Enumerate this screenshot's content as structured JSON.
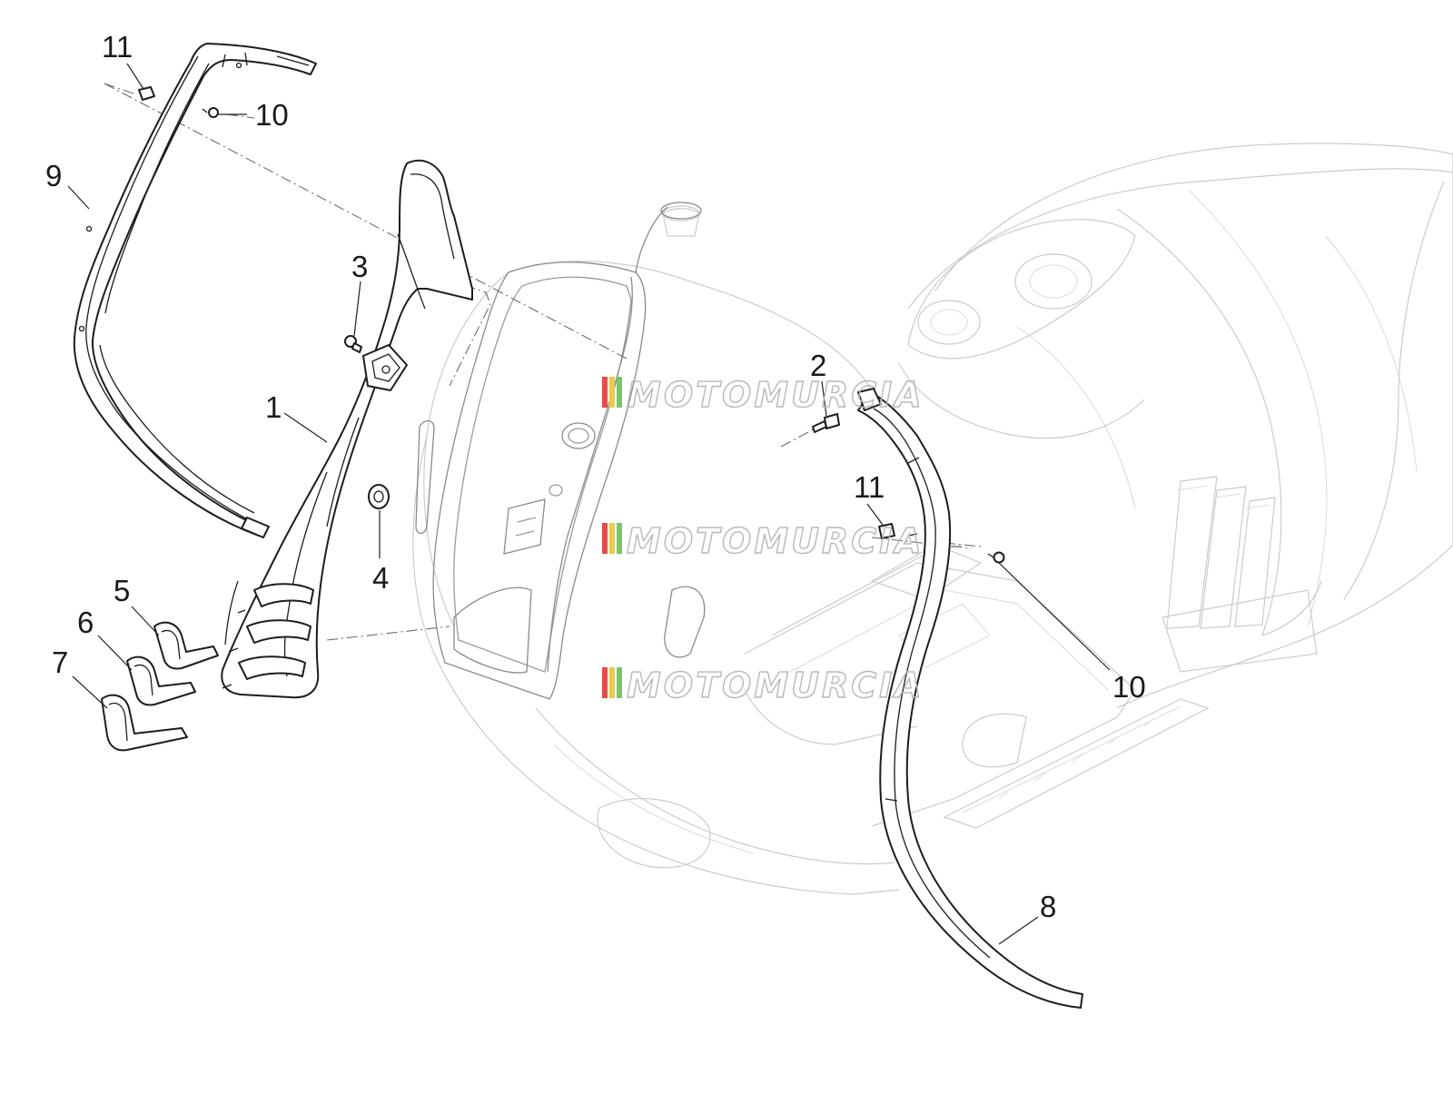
{
  "diagram": {
    "callouts": {
      "c1": "1",
      "c2": "2",
      "c3": "3",
      "c4": "4",
      "c5": "5",
      "c6": "6",
      "c7": "7",
      "c8": "8",
      "c9": "9",
      "c10a": "10",
      "c10b": "10",
      "c11a": "11",
      "c11b": "11"
    },
    "watermark": {
      "text": "MOTOMURCIA",
      "stripe_colors": [
        "#e84b4b",
        "#f0c84a",
        "#7cc46a"
      ]
    },
    "colors": {
      "line": "#1d1d1d",
      "ghost": "#c9ccce",
      "background": "#ffffff"
    }
  }
}
